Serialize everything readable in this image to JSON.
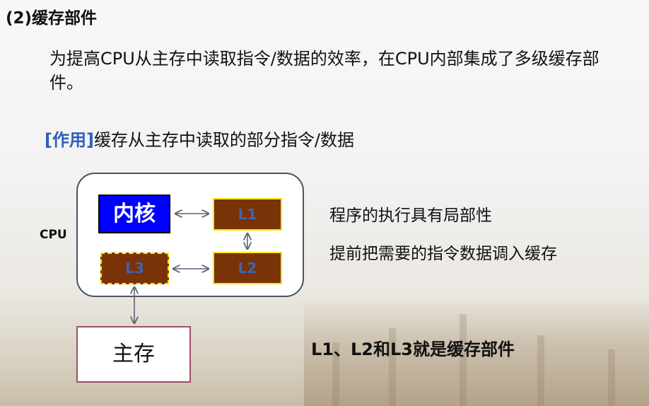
{
  "title": "(2)缓存部件",
  "intro": "为提高CPU从主存中读取指令/数据的效率，在CPU内部集成了多级缓存部件。",
  "role": {
    "tag": "[作用]",
    "text": "缓存从主存中读取的部分指令/数据"
  },
  "diagram": {
    "cpu_label": "CPU",
    "core_label": "内核",
    "l1_label": "L1",
    "l2_label": "L2",
    "l3_label": "L3",
    "memory_label": "主存",
    "colors": {
      "core_fill": "#0000ff",
      "cache_fill": "#7a3306",
      "cache_border": "#ffe800",
      "cache_text": "#3e63b8",
      "arrow": "#5a6472"
    }
  },
  "notes": {
    "locality": "程序的执行具有局部性",
    "prefetch": "提前把需要的指令数据调入缓存",
    "conclusion": "L1、L2和L3就是缓存部件"
  }
}
